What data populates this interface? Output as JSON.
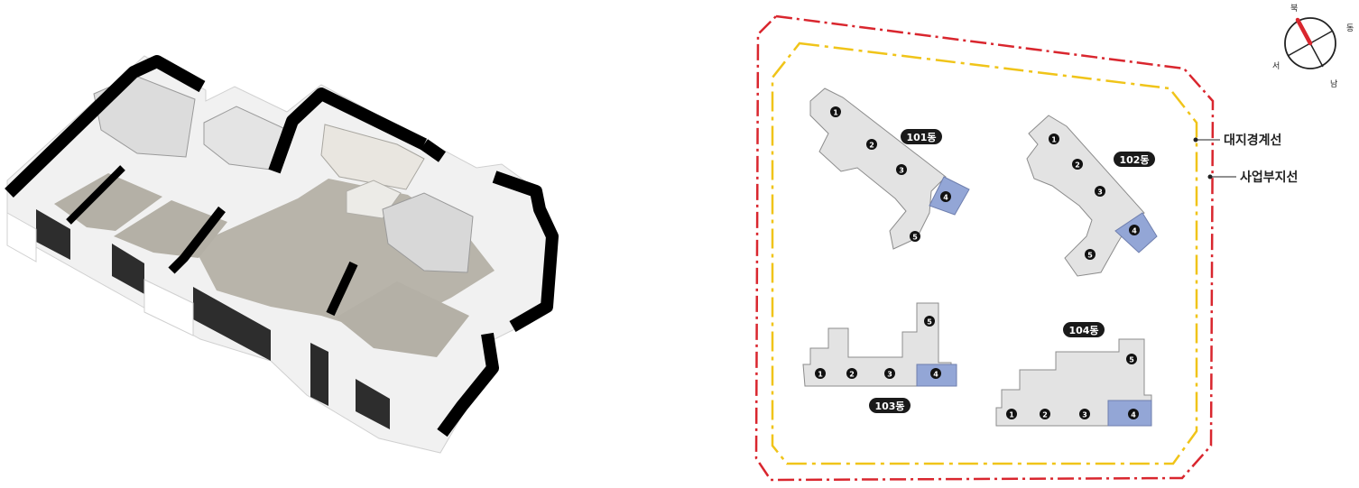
{
  "siteplan": {
    "buildings": [
      {
        "label": "101동",
        "units": [
          "1",
          "2",
          "3",
          "4",
          "5"
        ],
        "highlight": "4"
      },
      {
        "label": "102동",
        "units": [
          "1",
          "2",
          "3",
          "4",
          "5"
        ],
        "highlight": "4"
      },
      {
        "label": "103동",
        "units": [
          "1",
          "2",
          "3",
          "4",
          "5"
        ],
        "highlight": "4"
      },
      {
        "label": "104동",
        "units": [
          "1",
          "2",
          "3",
          "4",
          "5"
        ],
        "highlight": "4"
      }
    ],
    "legend": {
      "site_boundary": "대지경계선",
      "project_area": "사업부지선"
    },
    "compass": {
      "north": "북",
      "east": "동",
      "west": "서",
      "south": "남"
    }
  },
  "colors": {
    "site_boundary": "#d9262e",
    "project_area": "#f0c419",
    "building_fill": "#e3e3e3",
    "building_stroke": "#8c8c8c",
    "highlight_unit": "#93a6d6",
    "label_pill": "#1a1a1a",
    "compass_needle": "#d9262e"
  }
}
